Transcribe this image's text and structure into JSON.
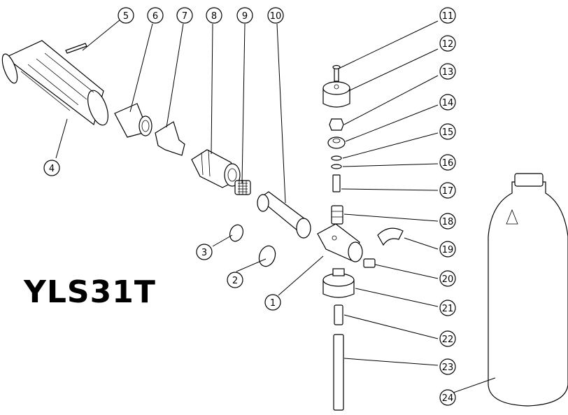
{
  "model": {
    "title": "YLS31T"
  },
  "callouts": [
    {
      "number": "1"
    },
    {
      "number": "2"
    },
    {
      "number": "3"
    },
    {
      "number": "4"
    },
    {
      "number": "5"
    },
    {
      "number": "6"
    },
    {
      "number": "7"
    },
    {
      "number": "8"
    },
    {
      "number": "9"
    },
    {
      "number": "10"
    },
    {
      "number": "11"
    },
    {
      "number": "12"
    },
    {
      "number": "13"
    },
    {
      "number": "14"
    },
    {
      "number": "15"
    },
    {
      "number": "16"
    },
    {
      "number": "17"
    },
    {
      "number": "18"
    },
    {
      "number": "19"
    },
    {
      "number": "20"
    },
    {
      "number": "21"
    },
    {
      "number": "22"
    },
    {
      "number": "23"
    },
    {
      "number": "24"
    }
  ]
}
